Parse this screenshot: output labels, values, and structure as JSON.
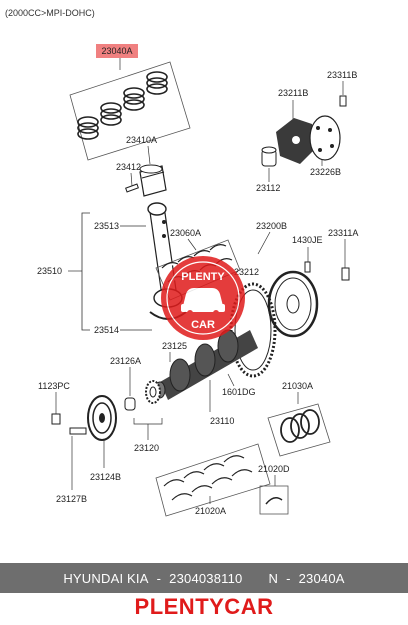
{
  "header": {
    "spec": "(2000CC>MPI-DOHC)"
  },
  "parts": {
    "p23040A": "23040A",
    "p23311B": "23311B",
    "p23211B": "23211B",
    "p23410A": "23410A",
    "p23412": "23412",
    "p23112": "23112",
    "p23226B": "23226B",
    "p23513": "23513",
    "p23060A": "23060A",
    "p23200B": "23200B",
    "p1430JE": "1430JE",
    "p23311A": "23311A",
    "p23510": "23510",
    "p23212": "23212",
    "p23514": "23514",
    "p23125": "23125",
    "p23126A": "23126A",
    "p1123PC": "1123PC",
    "p1601DG": "1601DG",
    "p21030A": "21030A",
    "p23110": "23110",
    "p23120": "23120",
    "p23124B": "23124B",
    "p21020D": "21020D",
    "p23127B": "23127B",
    "p21020A": "21020A"
  },
  "watermark": {
    "top_text": "PLENTY",
    "bottom_text": "CAR"
  },
  "footer": {
    "make": "HYUNDAI  KIA",
    "sep": "-",
    "part_number": "2304038110",
    "n_label": "N",
    "sep2": "-",
    "n_value": "23040A"
  },
  "brand": "PLENTYCAR",
  "colors": {
    "highlight": "#f08080",
    "watermark": "#e01b1b",
    "footer_bg": "#6e6e6e"
  }
}
